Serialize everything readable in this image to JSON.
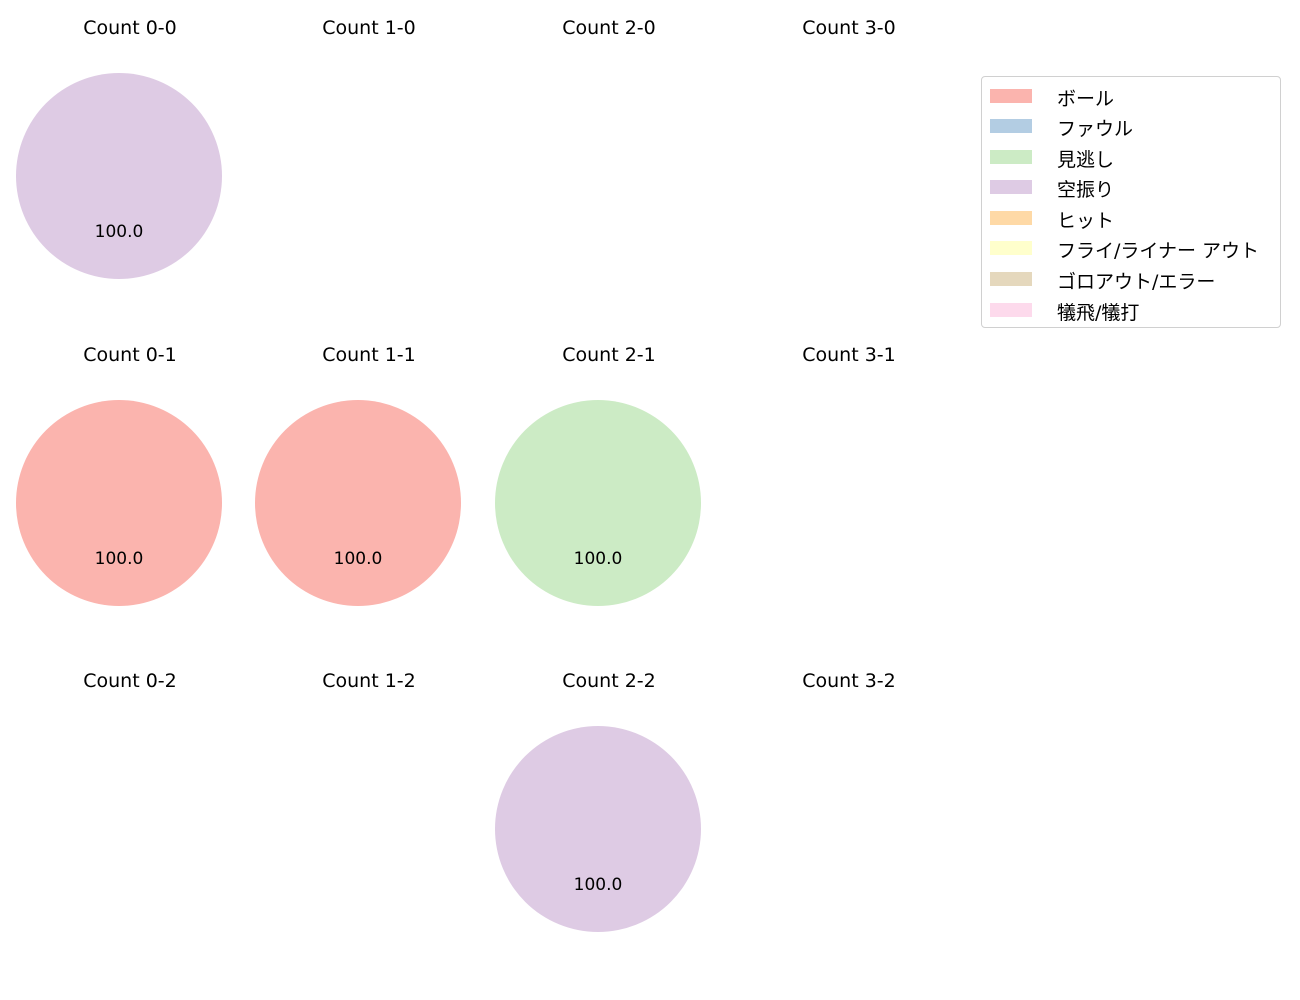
{
  "chart_data": {
    "type": "pie",
    "title": "",
    "legend": {
      "position": "upper right",
      "entries": [
        {
          "label": "ボール",
          "color": "#fbb4ae"
        },
        {
          "label": "ファウル",
          "color": "#b3cde3"
        },
        {
          "label": "見逃し",
          "color": "#ccebc5"
        },
        {
          "label": "空振り",
          "color": "#decbe4"
        },
        {
          "label": "ヒット",
          "color": "#fed9a6"
        },
        {
          "label": "フライ/ライナー アウト",
          "color": "#ffffcc"
        },
        {
          "label": "ゴロアウト/エラー",
          "color": "#e5d8bd"
        },
        {
          "label": "犠飛/犠打",
          "color": "#fddaec"
        }
      ]
    },
    "subplots": [
      {
        "title": "Count 0-0",
        "slices": [
          {
            "category": "空振り",
            "value": 100.0,
            "label": "100.0",
            "color": "#decbe4"
          }
        ]
      },
      {
        "title": "Count 1-0",
        "slices": []
      },
      {
        "title": "Count 2-0",
        "slices": []
      },
      {
        "title": "Count 3-0",
        "slices": []
      },
      {
        "title": "Count 0-1",
        "slices": [
          {
            "category": "ボール",
            "value": 100.0,
            "label": "100.0",
            "color": "#fbb4ae"
          }
        ]
      },
      {
        "title": "Count 1-1",
        "slices": [
          {
            "category": "ボール",
            "value": 100.0,
            "label": "100.0",
            "color": "#fbb4ae"
          }
        ]
      },
      {
        "title": "Count 2-1",
        "slices": [
          {
            "category": "見逃し",
            "value": 100.0,
            "label": "100.0",
            "color": "#ccebc5"
          }
        ]
      },
      {
        "title": "Count 3-1",
        "slices": []
      },
      {
        "title": "Count 0-2",
        "slices": []
      },
      {
        "title": "Count 1-2",
        "slices": []
      },
      {
        "title": "Count 2-2",
        "slices": [
          {
            "category": "空振り",
            "value": 100.0,
            "label": "100.0",
            "color": "#decbe4"
          }
        ]
      },
      {
        "title": "Count 3-2",
        "slices": []
      }
    ]
  }
}
